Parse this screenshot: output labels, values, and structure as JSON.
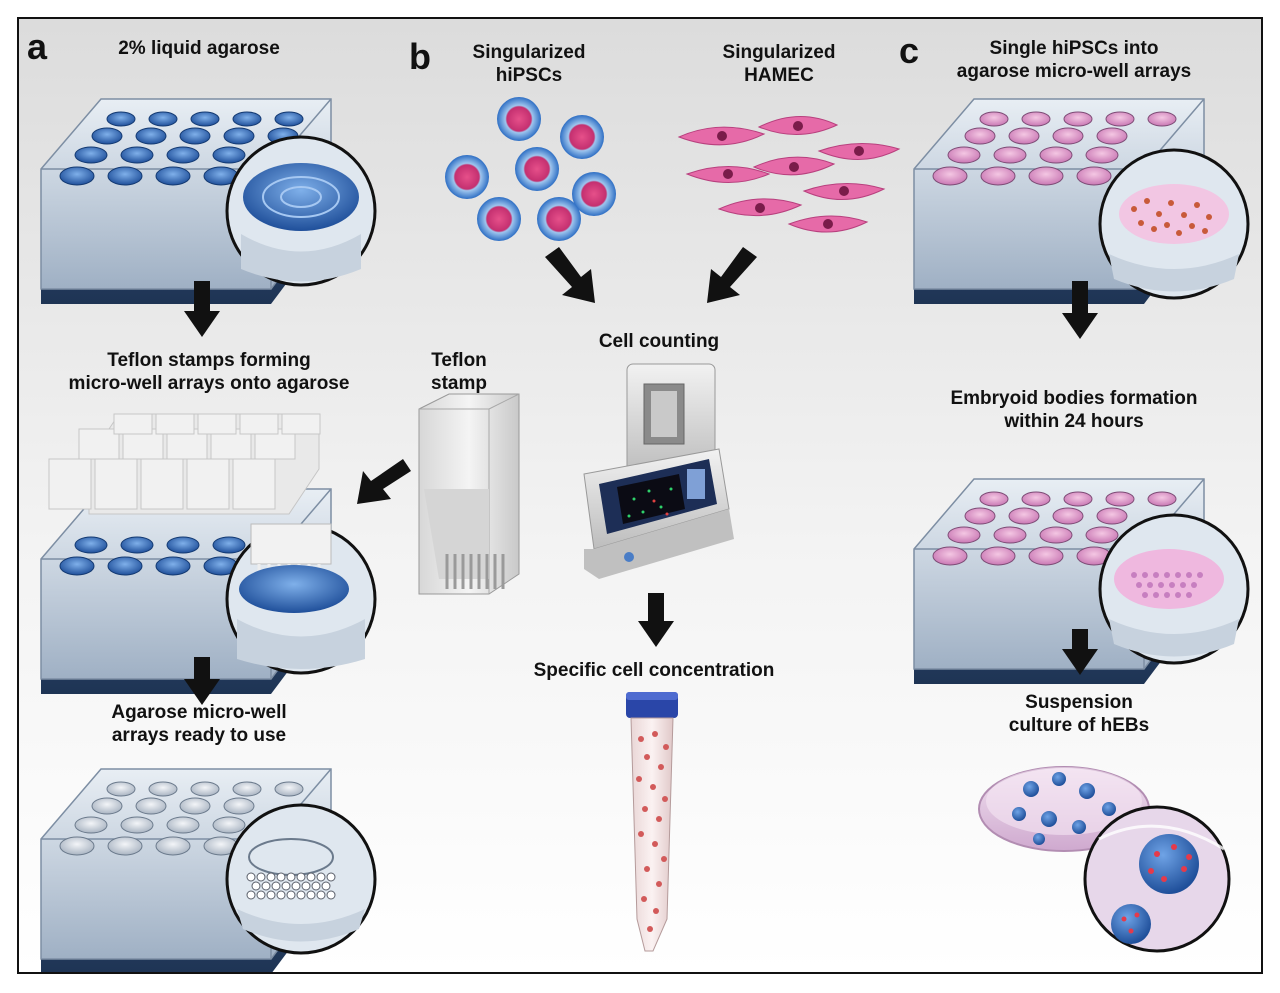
{
  "panels": {
    "a": {
      "letter": "a",
      "step1": "2% liquid agarose",
      "step2": "Teflon stamps forming\nmicro-well arrays onto agarose",
      "step3": "Agarose micro-well\narrays ready to use",
      "stamp_label": "Teflon\nstamp"
    },
    "b": {
      "letter": "b",
      "cells1": "Singularized\nhiPSCs",
      "cells2": "Singularized\nHAMEC",
      "counting": "Cell counting",
      "concentration": "Specific cell concentration"
    },
    "c": {
      "letter": "c",
      "step1": "Single hiPSCs into\nagarose micro-well arrays",
      "step2": "Embryoid bodies formation\nwithin 24 hours",
      "step3": "Suspension\nculture of hEBs"
    }
  },
  "colors": {
    "agarose_blue": "#2f6fc4",
    "cell_pink": "#e05a9a",
    "arrow": "#111111"
  }
}
